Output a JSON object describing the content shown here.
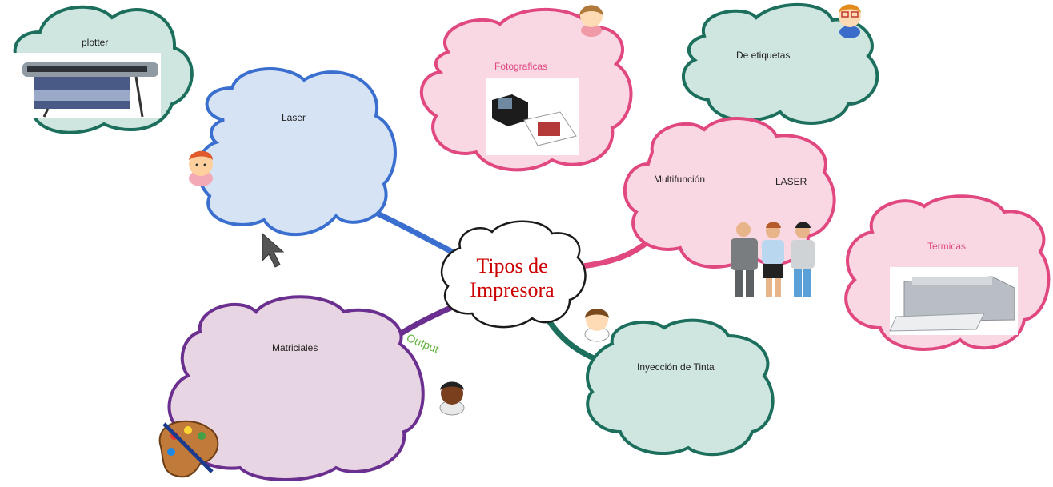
{
  "center": {
    "line1": "Tipos de",
    "line2": "Impresora"
  },
  "nodes": {
    "plotter": "plotter",
    "laser": "Laser",
    "fotograficas": "Fotograficas",
    "etiquetas": "De etiquetas",
    "multifuncion": "Multifunción",
    "multifuncion_laser": "LASER",
    "termicas": "Termicas",
    "matriciales": "Matriciales",
    "inyeccion": "Inyección de Tinta"
  },
  "connector_label": "Output",
  "colors": {
    "blue": "#3a6fcf",
    "pink": "#e0487f",
    "teal": "#1c6f5d",
    "purple": "#6b2f8f",
    "center_text": "#cc0000",
    "output_text": "#5fb33a"
  },
  "icons": [
    "plotter-image",
    "photo-printer-image",
    "laser-printer-image",
    "people-group-icon",
    "palette-icon",
    "cursor-arrow-icon",
    "avatar-girl-icon",
    "avatar-nerd-icon",
    "avatar-boy-icon",
    "avatar-woman-icon",
    "avatar-man-dark-icon"
  ]
}
